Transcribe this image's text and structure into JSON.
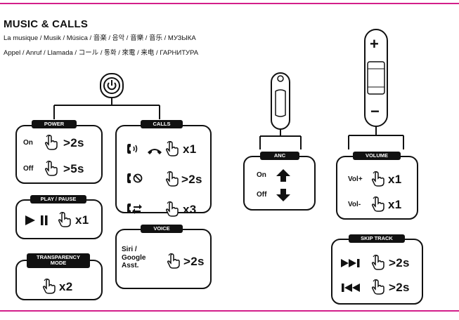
{
  "header": {
    "title": "MUSIC & CALLS",
    "line1": "La musique / Musik / Música / 音楽 / 음악 / 音樂 / 音乐 / МУЗЫКА",
    "line2": "Appel / Anruf / Llamada / コール / 통화 / 來電 / 来电 / ГАРНИТУРА"
  },
  "power": {
    "tag": "POWER",
    "on_label": "On",
    "on_value": ">2s",
    "off_label": "Off",
    "off_value": ">5s"
  },
  "play_pause": {
    "tag": "PLAY / PAUSE",
    "value": "x1"
  },
  "transparency": {
    "tag_line1": "TRANSPARENCY",
    "tag_line2": "MODE",
    "value": "x2"
  },
  "calls": {
    "tag": "CALLS",
    "answer_value": "x1",
    "reject_value": ">2s",
    "switch_value": "x3"
  },
  "voice": {
    "tag": "VOICE",
    "label_line1": "Siri /",
    "label_line2": "Google",
    "label_line3": "Asst.",
    "value": ">2s"
  },
  "anc": {
    "tag": "ANC",
    "on_label": "On",
    "off_label": "Off"
  },
  "volume": {
    "tag": "VOLUME",
    "up_label": "Vol+",
    "up_value": "x1",
    "down_label": "Vol-",
    "down_value": "x1",
    "plus_symbol": "+",
    "minus_symbol": "−"
  },
  "skip": {
    "tag": "SKIP TRACK",
    "next_value": ">2s",
    "prev_value": ">2s"
  },
  "icons": [
    "power-icon",
    "hand-press-icon",
    "phone-ringing-icon",
    "hang-up-icon",
    "call-reject-icon",
    "call-switch-icon",
    "play-icon",
    "pause-icon",
    "arrow-up-icon",
    "arrow-down-icon",
    "next-track-icon",
    "previous-track-icon"
  ],
  "colors": {
    "accent_rule": "#d31f8a",
    "ink": "#111111"
  }
}
